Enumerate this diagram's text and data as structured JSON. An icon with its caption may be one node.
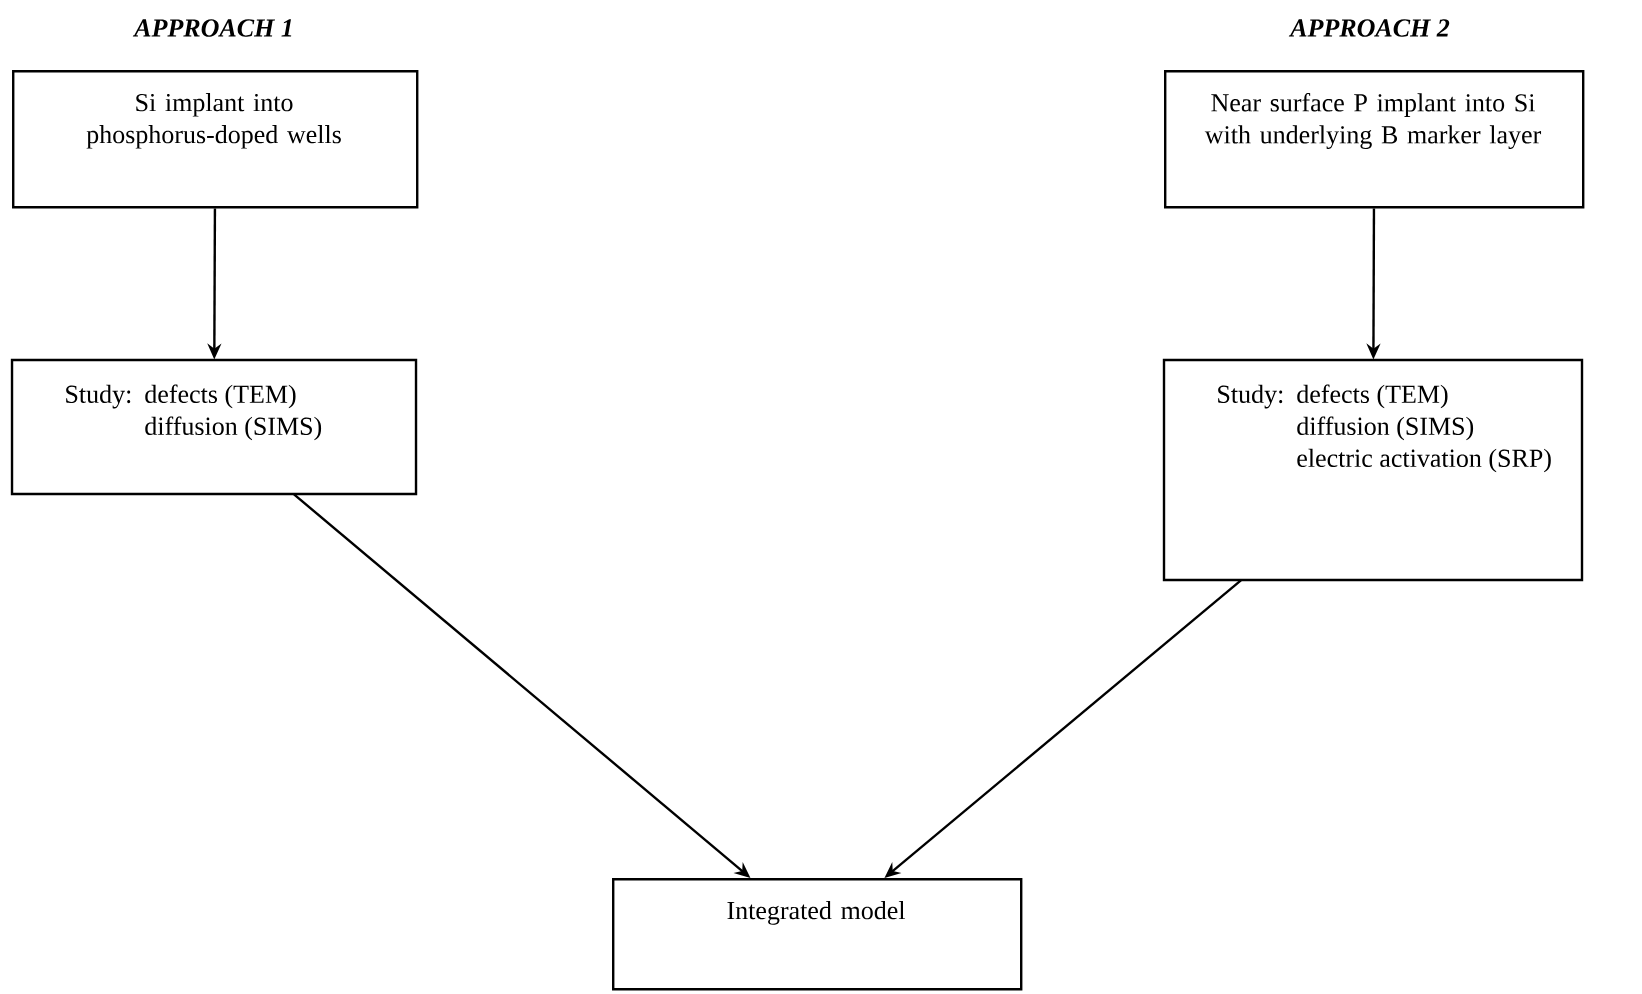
{
  "diagram": {
    "nodes": [
      {
        "text": [
          "Si implant into phosphorus-doped wells"
        ]
      },
      {
        "text": [
          "Study:",
          "defects (TEM)",
          "diffusion (SIMS)"
        ]
      },
      {
        "text": [
          "Near surface P implant into Si with underlying B marker layer"
        ]
      },
      {
        "text": [
          "Study:",
          "defects (TEM)",
          "diffusion (SIMS)",
          "electric activation (SRP)"
        ]
      },
      {
        "text": [
          "Integrated model"
        ]
      }
    ],
    "edges": [
      {
        "from": 0,
        "to": 1,
        "arrow": "to"
      },
      {
        "from": 2,
        "to": 3,
        "arrow": "to"
      },
      {
        "from": 1,
        "to": 4,
        "arrow": "to"
      },
      {
        "from": 3,
        "to": 4,
        "arrow": "to"
      }
    ],
    "labels": [
      "APPROACH 1",
      "APPROACH 2"
    ]
  }
}
